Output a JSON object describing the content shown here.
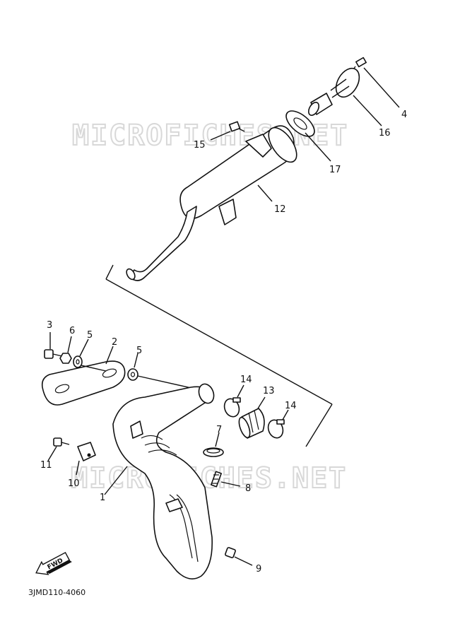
{
  "watermark": "MICROFICHES.NET",
  "diagram_code": "3JMD110-4060",
  "fwd_label": "FWD",
  "callouts": {
    "c1": "1",
    "c2": "2",
    "c3": "3",
    "c4": "4",
    "c5a": "5",
    "c5b": "5",
    "c6": "6",
    "c7": "7",
    "c8": "8",
    "c9": "9",
    "c10": "10",
    "c11": "11",
    "c12": "12",
    "c13": "13",
    "c14a": "14",
    "c14b": "14",
    "c15": "15",
    "c16": "16",
    "c17": "17"
  }
}
